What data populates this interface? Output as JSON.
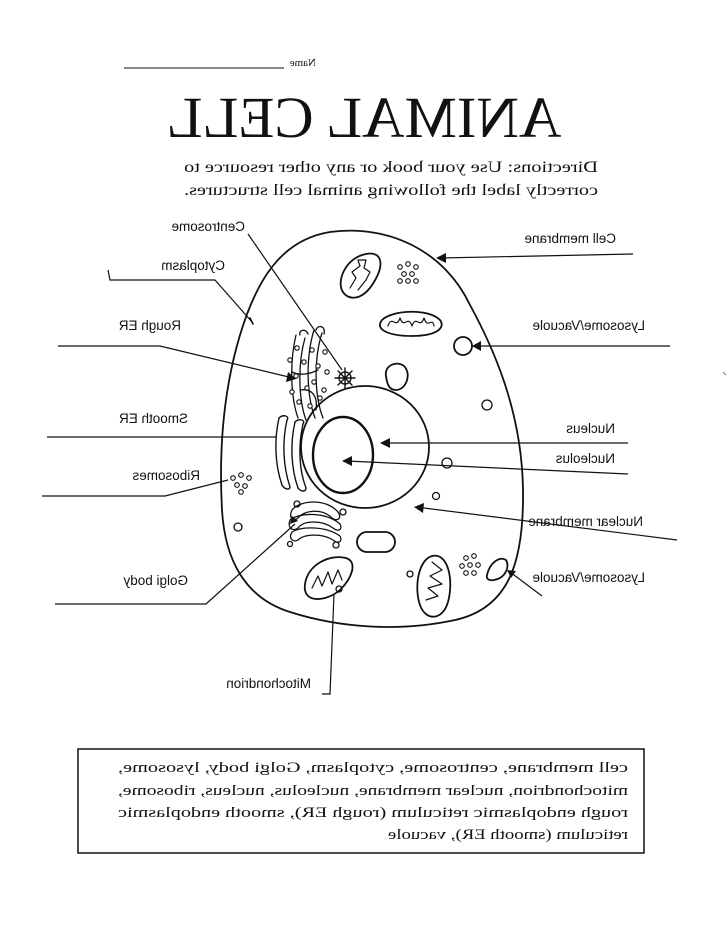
{
  "header": {
    "name_label": "Name",
    "title": "ANIMAL CELL",
    "directions_line1": "Directions: Use your book or any other resource to",
    "directions_line2": "correctly label the following animal cell structures."
  },
  "labels": {
    "centrosome": "Centrosome",
    "cytoplasm": "Cytoplasm",
    "rough_er": "Rough ER",
    "smooth_er": "Smooth ER",
    "ribosomes": "Ribosomes",
    "golgi_body": "Golgi body",
    "mitochondrion": "Mitochondrion",
    "cell_membrane": "Cell membrane",
    "lysosome_vacuole_top": "Lysosome/Vacuole",
    "nucleus": "Nucleus",
    "nucleolus": "Nucleolus",
    "nuclear_membrane": "Nuclear membrane",
    "lysosome_vacuole_bottom": "Lysosome/Vacuole"
  },
  "word_bank": {
    "line1": "cell membrane, centrosome, cytoplasm, Golgi body, lysosome,",
    "line2": "mitochondrion, nuclear membrane, nucleolus, nucleus, ribosome,",
    "line3": "rough endoplasmic reticulum (rough ER), smooth endoplasmic",
    "line4": "reticulum (smooth ER), vacuole"
  }
}
